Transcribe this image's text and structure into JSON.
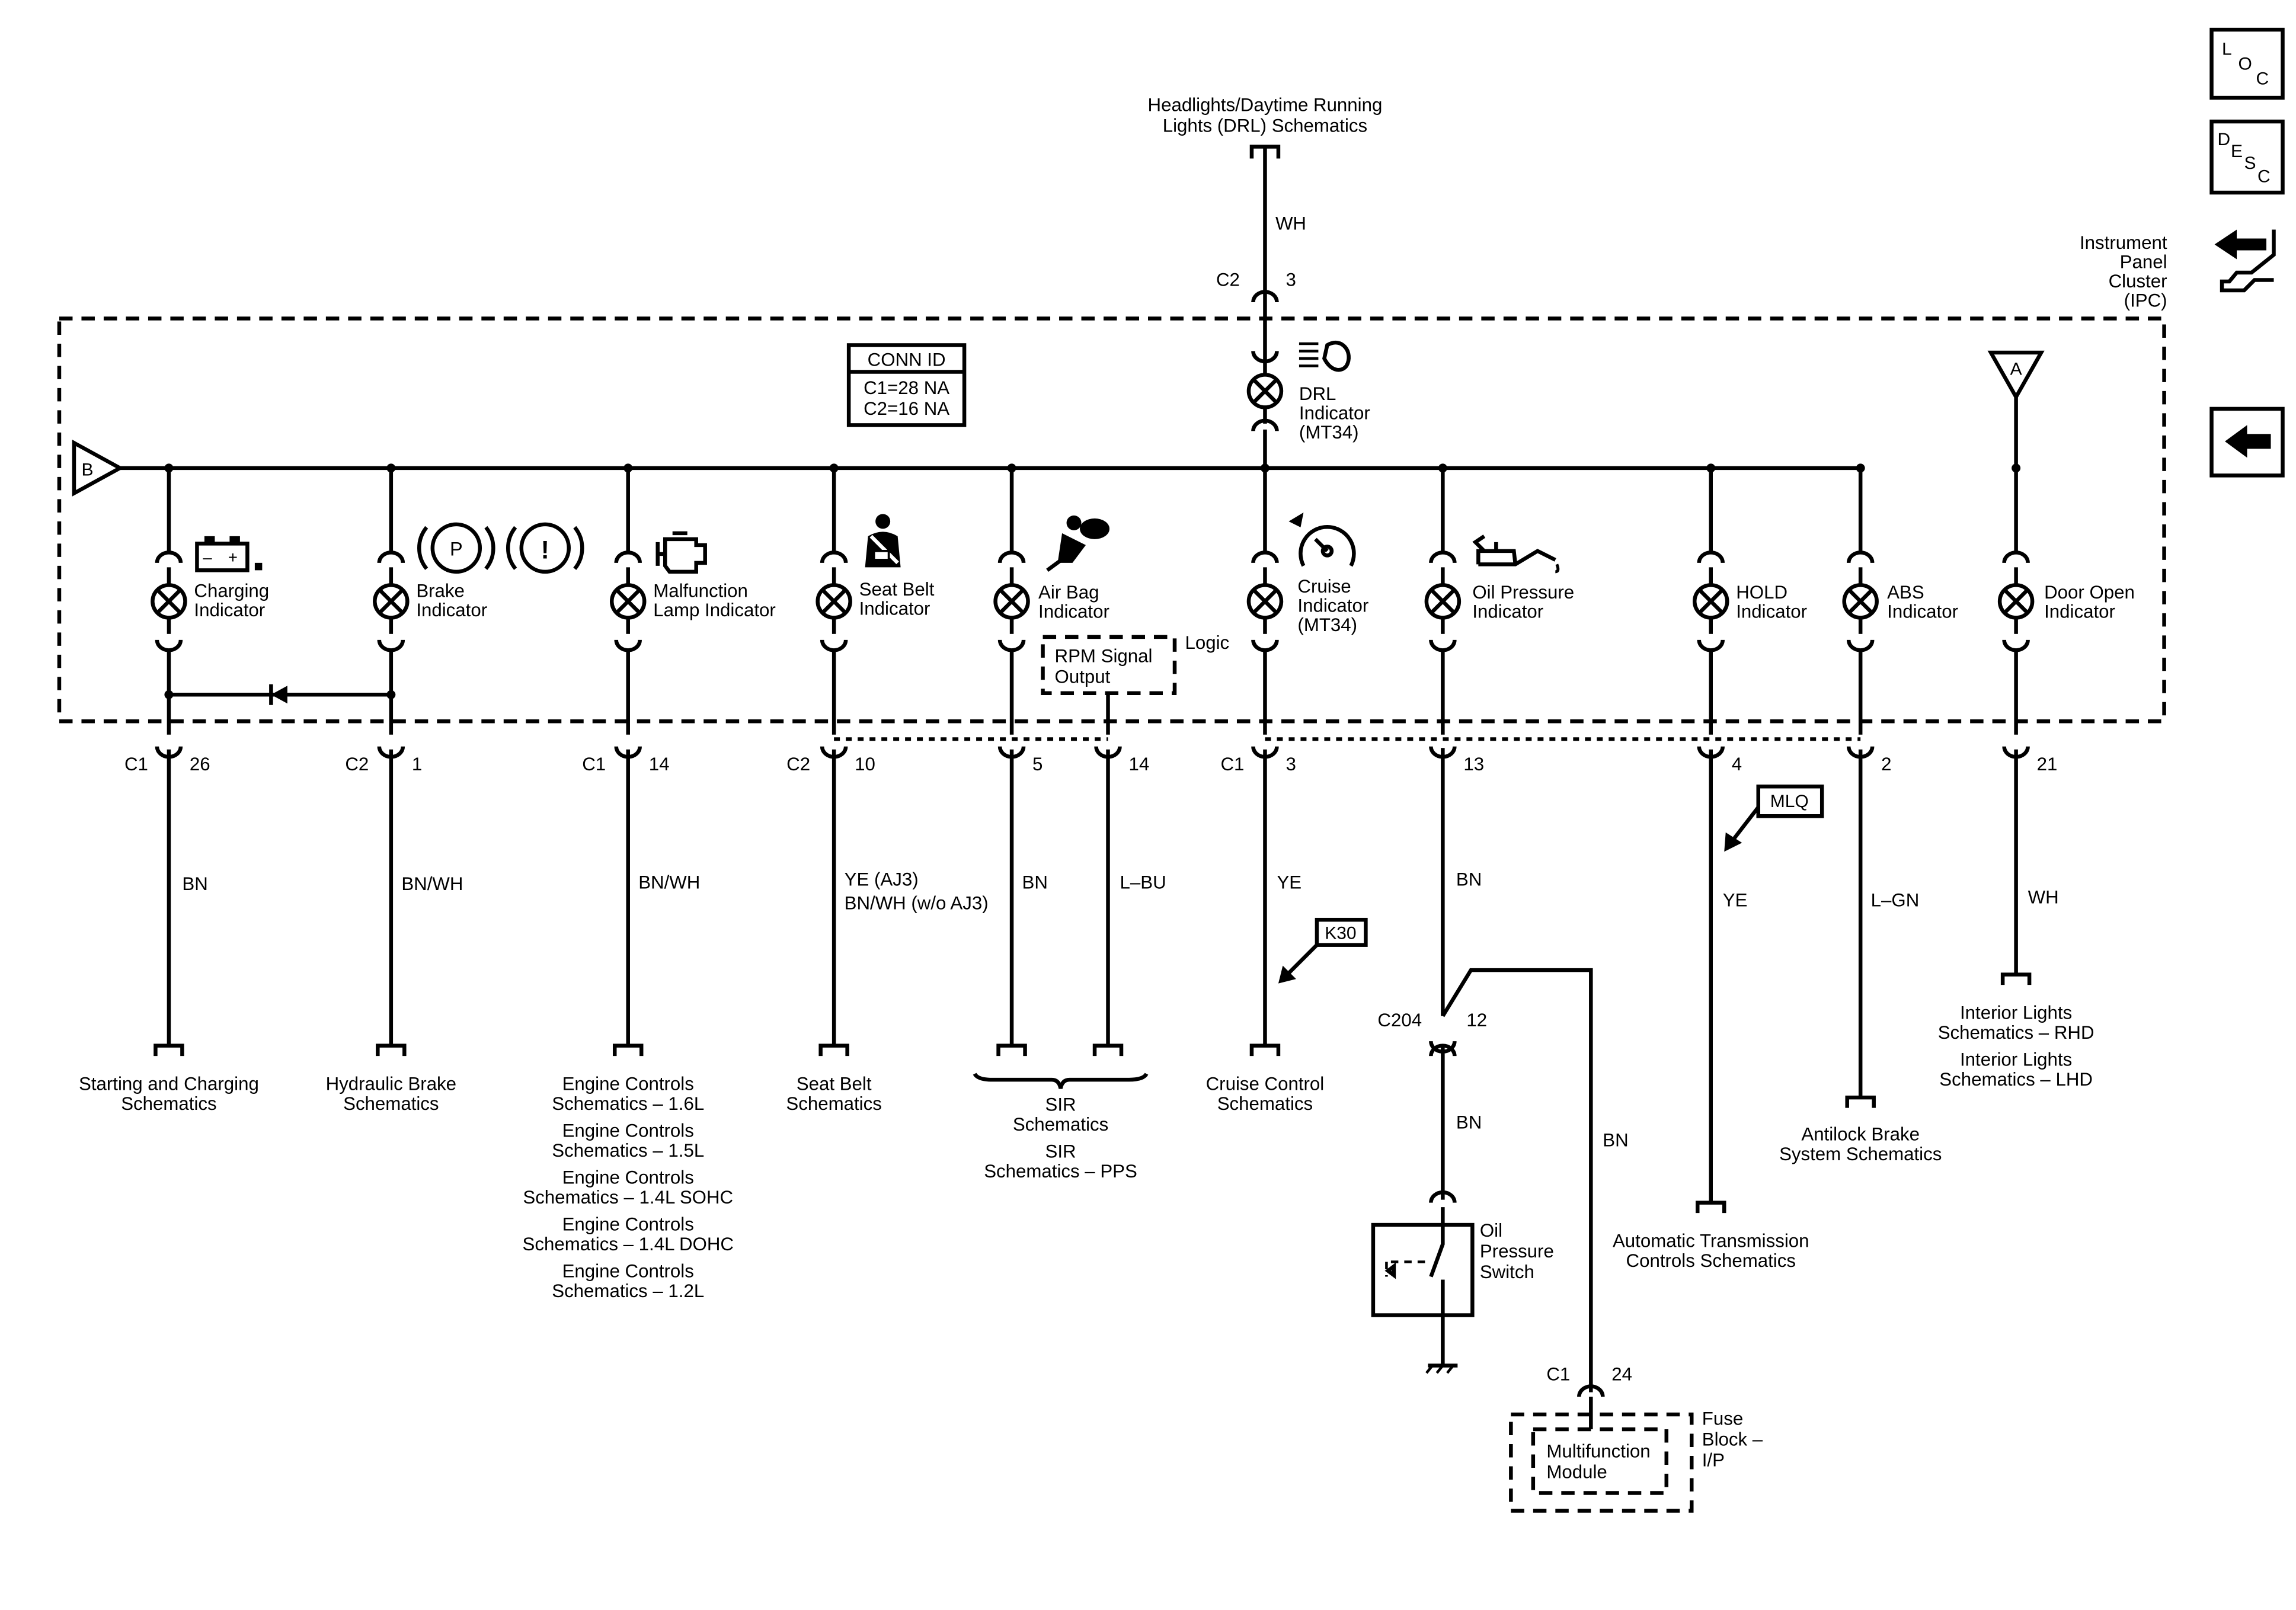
{
  "header": {
    "drl_schematic_ref": [
      "Headlights/Daytime Running",
      "Lights (DRL) Schematics"
    ],
    "drl_wire_color": "WH",
    "drl_connector": "C2",
    "drl_pin": "3",
    "component_name": [
      "Instrument",
      "Panel",
      "Cluster",
      "(IPC)"
    ]
  },
  "side_icons": {
    "loc": {
      "l1": "L",
      "l2": "O",
      "l3": "C"
    },
    "desc": {
      "l1": "D",
      "l2": "E",
      "l3": "S",
      "l4": "C"
    },
    "connector_icon": "connector-end-view-icon",
    "back_icon": "left-arrow-icon"
  },
  "conn_id": {
    "title": "CONN ID",
    "lines": [
      "C1=28 NA",
      "C2=16 NA"
    ]
  },
  "bus": {
    "left_ref": "B",
    "right_ref": "A"
  },
  "drl_indicator": {
    "label": [
      "DRL",
      "Indicator",
      "(MT34)"
    ],
    "icon": "drl-headlamp-icon"
  },
  "rpm_box": {
    "label": [
      "RPM Signal",
      "Output"
    ],
    "logic": "Logic"
  },
  "circuits": [
    {
      "id": "charging",
      "label": [
        "Charging",
        "Indicator"
      ],
      "icon": "battery-icon",
      "connector": "C1",
      "pin": "26",
      "wire": [
        "BN"
      ],
      "destination": [
        "Starting and Charging",
        "Schematics"
      ]
    },
    {
      "id": "brake",
      "label": [
        "Brake",
        "Indicator"
      ],
      "icon": "brake-warning-icon",
      "icon_text_p": "P",
      "icon_text_excl": "!",
      "connector": "C2",
      "pin": "1",
      "wire": [
        "BN/WH"
      ],
      "destination": [
        "Hydraulic Brake",
        "Schematics"
      ]
    },
    {
      "id": "mil",
      "label": [
        "Malfunction",
        "Lamp Indicator"
      ],
      "icon": "engine-icon",
      "connector": "C1",
      "pin": "14",
      "wire": [
        "BN/WH"
      ],
      "destination": [
        "Engine Controls",
        "Schematics – 1.6L",
        "Engine Controls",
        "Schematics – 1.5L",
        "Engine Controls",
        "Schematics – 1.4L SOHC",
        "Engine Controls",
        "Schematics – 1.4L DOHC",
        "Engine Controls",
        "Schematics – 1.2L"
      ]
    },
    {
      "id": "seatbelt",
      "label": [
        "Seat Belt",
        "Indicator"
      ],
      "icon": "seat-belt-icon",
      "connector": "C2",
      "pin": "10",
      "wire": [
        "YE (AJ3)",
        "BN/WH (w/o AJ3)"
      ],
      "destination": [
        "Seat Belt",
        "Schematics"
      ]
    },
    {
      "id": "airbag",
      "label": [
        "Air Bag",
        "Indicator"
      ],
      "icon": "air-bag-icon",
      "connector": "",
      "pin": "5",
      "wire": [
        "BN"
      ],
      "destination": [
        "SIR",
        "Schematics",
        "SIR",
        "Schematics – PPS"
      ]
    },
    {
      "id": "rpm",
      "label": [],
      "connector": "",
      "pin": "14",
      "wire": [
        "L–BU"
      ],
      "destination": []
    },
    {
      "id": "cruise",
      "label": [
        "Cruise",
        "Indicator",
        "(MT34)"
      ],
      "icon": "cruise-speedometer-icon",
      "connector": "C1",
      "pin": "3",
      "wire": [
        "YE"
      ],
      "option_tag": "K30",
      "destination": [
        "Cruise Control",
        "Schematics"
      ]
    },
    {
      "id": "oil",
      "label": [
        "Oil Pressure",
        "Indicator"
      ],
      "icon": "oil-can-icon",
      "connector": "",
      "pin": "13",
      "wire": [
        "BN"
      ],
      "destination": []
    },
    {
      "id": "hold",
      "label": [
        "HOLD",
        "Indicator"
      ],
      "connector": "",
      "pin": "4",
      "wire": [
        "YE"
      ],
      "option_tag": "MLQ",
      "destination": [
        "Automatic Transmission",
        "Controls Schematics"
      ]
    },
    {
      "id": "abs",
      "label": [
        "ABS",
        "Indicator"
      ],
      "connector": "",
      "pin": "2",
      "wire": [
        "L–GN"
      ],
      "destination": [
        "Antilock Brake",
        "System Schematics"
      ]
    },
    {
      "id": "door",
      "label": [
        "Door Open",
        "Indicator"
      ],
      "connector": "",
      "pin": "21",
      "wire": [
        "WH"
      ],
      "destination": [
        "Interior Lights",
        "Schematics – RHD",
        "Interior Lights",
        "Schematics – LHD"
      ]
    }
  ],
  "oil_branch": {
    "splice": "C204",
    "splice_pin": "12",
    "wire_lower": "BN",
    "wire_right": "BN",
    "switch_label": [
      "Oil",
      "Pressure",
      "Switch"
    ],
    "fuse_connector": "C1",
    "fuse_pin": "24",
    "module_label": [
      "Multifunction",
      "Module"
    ],
    "fuse_block_label": [
      "Fuse",
      "Block –",
      "I/P"
    ]
  }
}
